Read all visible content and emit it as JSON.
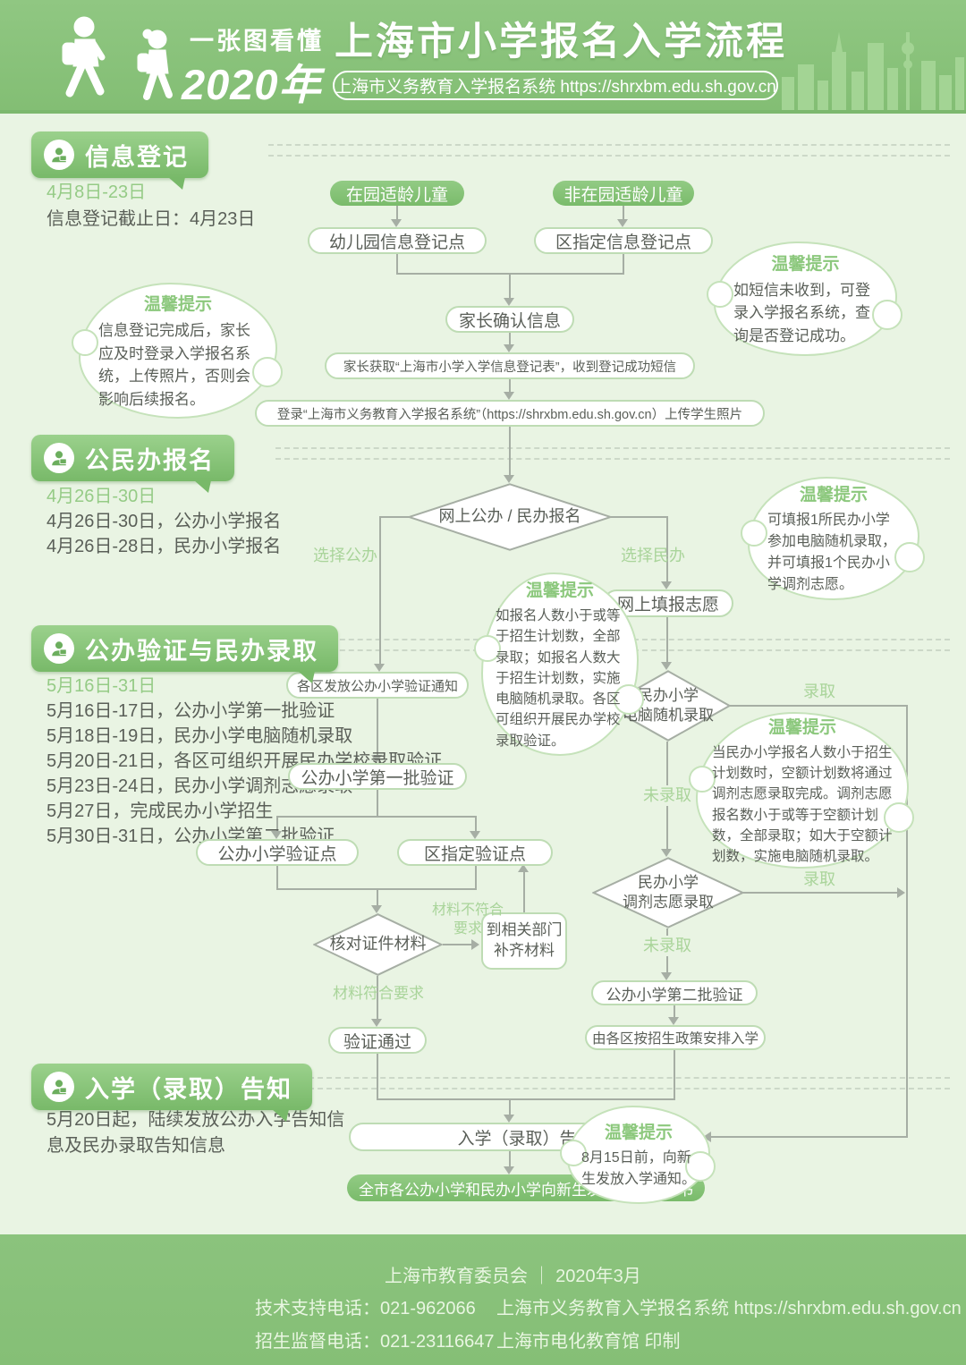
{
  "banner": {
    "tagline1": "一张图看懂",
    "tagline2": "2020年",
    "title": "上海市小学报名入学流程",
    "system": "上海市义务教育入学报名系统 https://shrxbm.edu.sh.gov.cn"
  },
  "sections": {
    "s1": {
      "title": "信息登记",
      "date": "4月8日-23日",
      "note1": "信息登记截止日：4月23日"
    },
    "s2": {
      "title": "公民办报名",
      "date": "4月26日-30日",
      "note1": "4月26日-30日，公办小学报名",
      "note2": "4月26日-28日，民办小学报名"
    },
    "s3": {
      "title": "公办验证与民办录取",
      "date": "5月16日-31日",
      "note1": "5月16日-17日，公办小学第一批验证",
      "note2": "5月18日-19日，民办小学电脑随机录取",
      "note3": "5月20日-21日，各区可组织开展民办学校录取验证",
      "note4": "5月23日-24日，民办小学调剂志愿录取",
      "note5": "5月27日，完成民办小学招生",
      "note6": "5月30日-31日，公办小学第二批验证"
    },
    "s4": {
      "title": "入学（录取）告知",
      "note1": "5月20日起，陆续发放公办入学告知信息及民办录取告知信息"
    }
  },
  "nodes": {
    "kid_in": "在园适龄儿童",
    "kid_out": "非在园适龄儿童",
    "reg_kindergarten": "幼儿园信息登记点",
    "reg_district": "区指定信息登记点",
    "confirm": "家长确认信息",
    "obtain": "家长获取“上海市小学入学信息登记表”，收到登记成功短信",
    "login": "登录“上海市义务教育入学报名系统”（https://shrxbm.edu.sh.gov.cn）上传学生照片",
    "d_apply": "网上公办 / 民办报名",
    "fill_online": "网上填报志愿",
    "notice": "各区发放公办小学验证通知",
    "batch1": "公办小学第一批验证",
    "point_public": "公办小学验证点",
    "point_district": "区指定验证点",
    "d_lottery_l1": "民办小学",
    "d_lottery_l2": "电脑随机录取",
    "d_adjust_l1": "民办小学",
    "d_adjust_l2": "调剂志愿录取",
    "d_check": "核对证件材料",
    "supplement_l1": "到相关部门",
    "supplement_l2": "补齐材料",
    "pass": "验证通过",
    "batch2": "公办小学第二批验证",
    "arrange": "由各区按招生政策安排入学",
    "inform": "入学（录取）告知",
    "notify_all": "全市各公办小学和民办小学向新生发放入学通知书"
  },
  "labels": {
    "choose_public": "选择公办",
    "choose_private": "选择民办",
    "admitted1": "录取",
    "not_admitted1": "未录取",
    "admitted2": "录取",
    "not_admitted2": "未录取",
    "material_fail": "材料不符合要求",
    "material_pass": "材料符合要求"
  },
  "tips": {
    "title": "温馨提示",
    "t1": "信息登记完成后，家长应及时登录入学报名系统，上传照片，否则会影响后续报名。",
    "t2": "如短信未收到，可登录入学报名系统，查询是否登记成功。",
    "t3": "可填报1所民办小学参加电脑随机录取，并可填报1个民办小学调剂志愿。",
    "t4": "如报名人数小于或等于招生计划数，全部录取；如报名人数大于招生计划数，实施电脑随机录取。各区可组织开展民办学校录取验证。",
    "t5": "当民办小学报名人数小于招生计划数时，空额计划数将通过调剂志愿录取完成。调剂志愿报名数小于或等于空额计划数，全部录取；如大于空额计划数，实施电脑随机录取。",
    "t6": "8月15日前，向新生发放入学通知。"
  },
  "footer": {
    "committee": "上海市教育委员会 ｜ 2020年3月",
    "tech": "技术支持电话：021-962066",
    "supervise": "招生监督电话：021-23116647",
    "system": "上海市义务教育入学报名系统  https://shrxbm.edu.sh.gov.cn",
    "print": "上海市电化教育馆 印制"
  },
  "colors": {
    "banner_green": "#8ac27c",
    "accent_green": "#78b969",
    "light_bg": "#e9f4e3",
    "line_gray": "#a6aea4",
    "tip_green": "#8cc87d"
  }
}
